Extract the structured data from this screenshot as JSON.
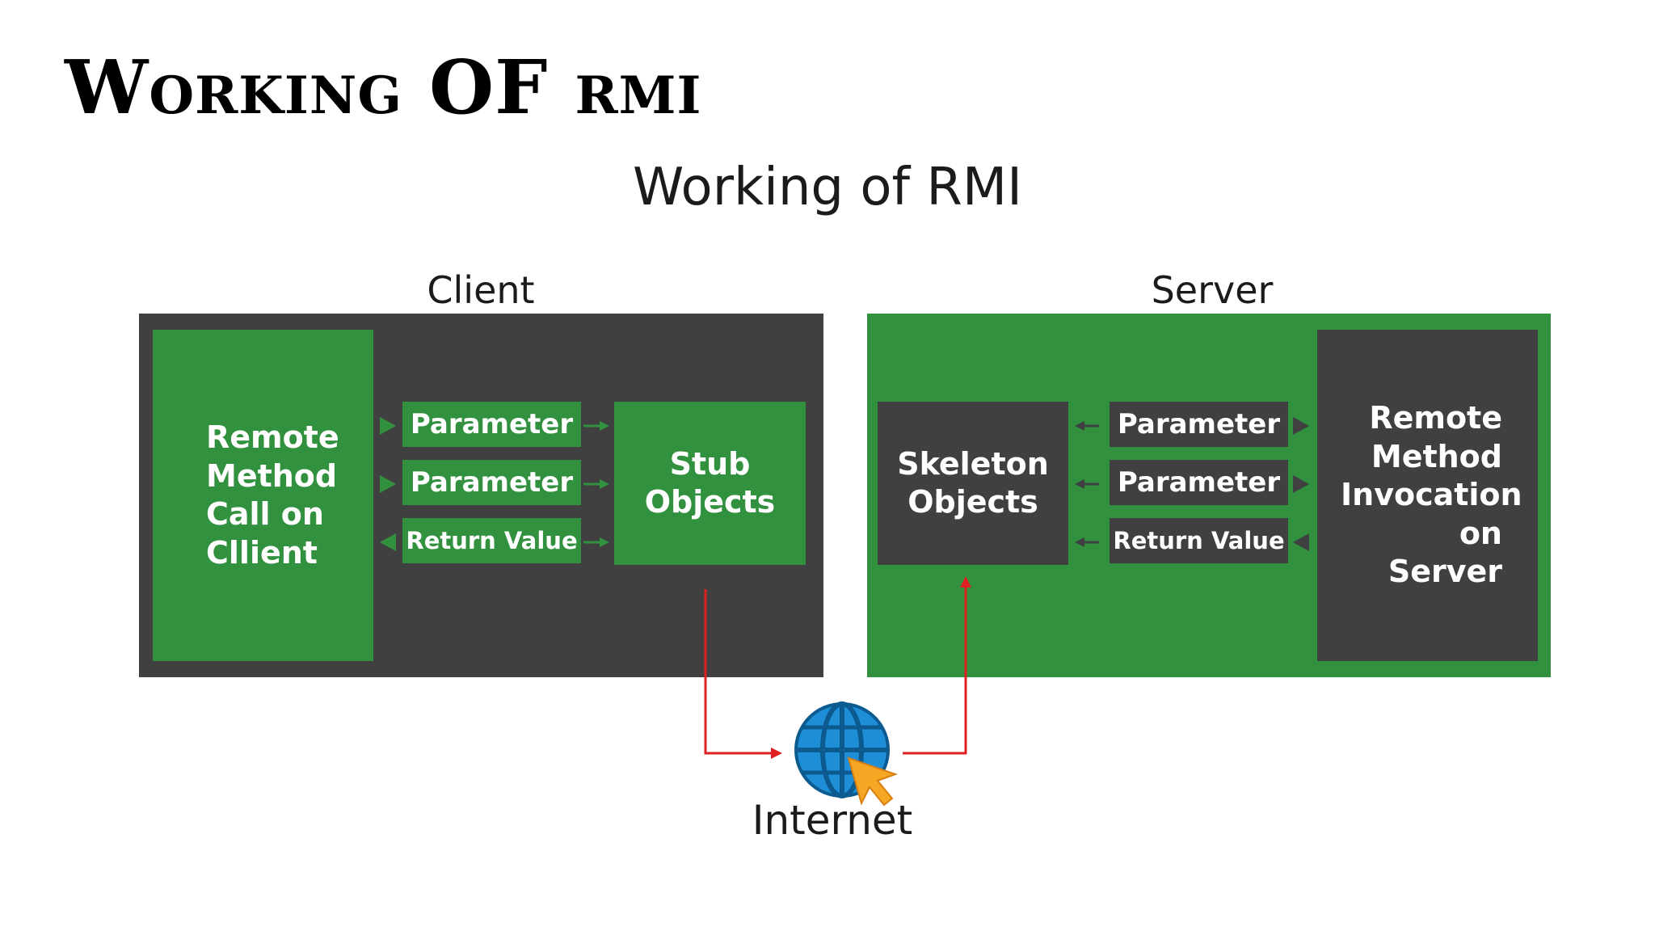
{
  "slide_title": "Working OF rmi",
  "diagram_title": "Working of RMI",
  "client": {
    "label": "Client",
    "call_box": "Remote Method Call on Cllient",
    "param1": "Parameter",
    "param2": "Parameter",
    "return_value": "Return Value",
    "stub": "Stub Objects"
  },
  "server": {
    "label": "Server",
    "skeleton": "Skeleton Objects",
    "param1": "Parameter",
    "param2": "Parameter",
    "return_value": "Return Value",
    "invocation_box": "Remote Method Invocation on Server"
  },
  "internet": {
    "label": "Internet",
    "icon": "globe-cursor-icon"
  },
  "colors": {
    "dark_gray": "#404040",
    "green": "#32913f",
    "arrow_red": "#e02020",
    "globe_blue": "#1e8fd6",
    "cursor_orange": "#f5a623"
  }
}
